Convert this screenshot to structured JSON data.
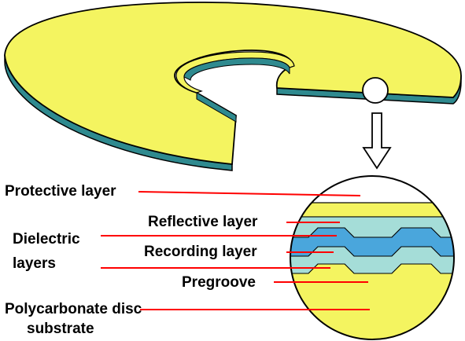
{
  "colors": {
    "disc_fill": "#f4f460",
    "disc_edge": "#2f8a8f",
    "disc_outline": "#000000",
    "leader_line": "#ff0000",
    "dielectric_light": "#a5ddd8",
    "recording_layer": "#4aa6dc",
    "reflective_layer": "#e6ed4a",
    "protective_layer": "#f4f460",
    "substrate": "#f4f460"
  },
  "labels": {
    "protective_layer": "Protective layer",
    "reflective_layer": "Reflective layer",
    "dielectric_line1": "Dielectric",
    "dielectric_line2": "layers",
    "recording_layer": "Recording layer",
    "pregroove": "Pregroove",
    "substrate_line1": "Polycarbonate disc",
    "substrate_line2": "substrate"
  },
  "icons": {
    "magnify_marker": "circle-marker-icon",
    "arrow": "down-arrow-icon"
  }
}
